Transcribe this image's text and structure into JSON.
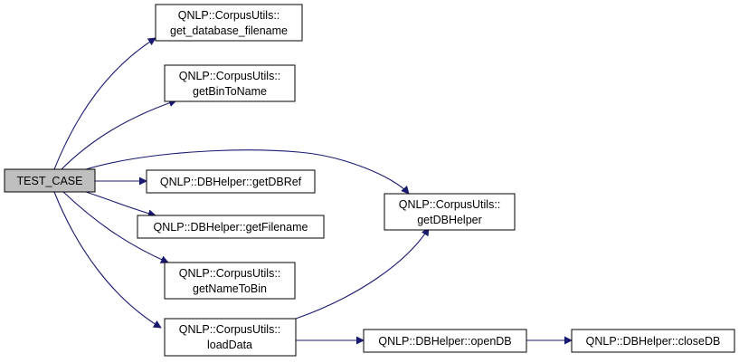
{
  "colors": {
    "edge": "#191970",
    "root_fill": "#bfbfbf",
    "node_fill": "#ffffff",
    "border": "#000000"
  },
  "nodes": {
    "root": {
      "lines": [
        "TEST_CASE"
      ]
    },
    "get_database_filename": {
      "lines": [
        "QNLP::CorpusUtils::",
        "get_database_filename"
      ]
    },
    "getBinToName": {
      "lines": [
        "QNLP::CorpusUtils::",
        "getBinToName"
      ]
    },
    "getDBRef": {
      "lines": [
        "QNLP::DBHelper::getDBRef"
      ]
    },
    "getFilename": {
      "lines": [
        "QNLP::DBHelper::getFilename"
      ]
    },
    "getNameToBin": {
      "lines": [
        "QNLP::CorpusUtils::",
        "getNameToBin"
      ]
    },
    "loadData": {
      "lines": [
        "QNLP::CorpusUtils::",
        "loadData"
      ]
    },
    "getDBHelper": {
      "lines": [
        "QNLP::CorpusUtils::",
        "getDBHelper"
      ]
    },
    "openDB": {
      "lines": [
        "QNLP::DBHelper::openDB"
      ]
    },
    "closeDB": {
      "lines": [
        "QNLP::DBHelper::closeDB"
      ]
    }
  },
  "edges": [
    {
      "from": "root",
      "to": "get_database_filename"
    },
    {
      "from": "root",
      "to": "getBinToName"
    },
    {
      "from": "root",
      "to": "getDBHelper"
    },
    {
      "from": "root",
      "to": "getDBRef"
    },
    {
      "from": "root",
      "to": "getFilename"
    },
    {
      "from": "root",
      "to": "getNameToBin"
    },
    {
      "from": "root",
      "to": "loadData"
    },
    {
      "from": "loadData",
      "to": "getDBHelper"
    },
    {
      "from": "loadData",
      "to": "openDB"
    },
    {
      "from": "openDB",
      "to": "closeDB"
    }
  ]
}
